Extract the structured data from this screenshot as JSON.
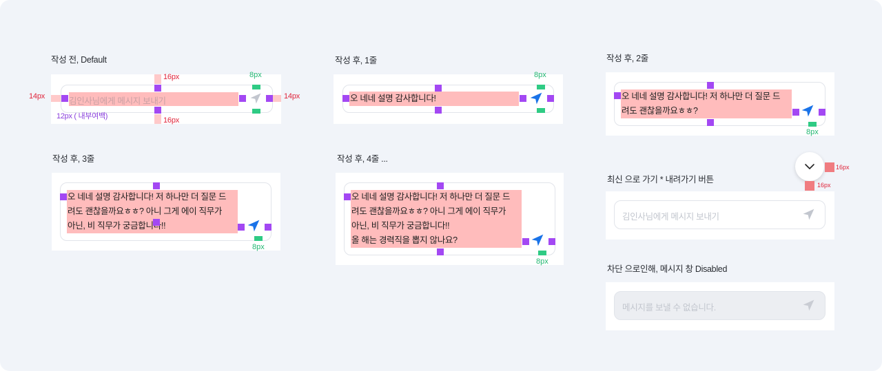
{
  "colors": {
    "background": "#f1f4f9",
    "highlight": "#ffbcbc",
    "padding_marker": "#a348f3",
    "gap_marker": "#2fcb84",
    "send_active": "#1a73e8",
    "send_inactive": "#c2c6ce"
  },
  "sections": {
    "default": {
      "title": "작성 전, Default",
      "placeholder": "김인사님에게 메시지 보내기"
    },
    "one_line": {
      "title": "작성 후, 1줄",
      "message": "오 네네 설명 감사합니다!"
    },
    "two_lines": {
      "title": "작성 후, 2줄",
      "lines": [
        "오 네네 설명 감사합니다!  저 하나만 더 질문 드",
        "려도 괜찮을까요ㅎㅎ?"
      ]
    },
    "three_lines": {
      "title": "작성 후, 3줄",
      "lines": [
        "오 네네 설명 감사합니다!  저 하나만 더 질문 드",
        "려도 괜찮을까요ㅎㅎ? 아니 그게 에이 직무가",
        "아닌, 비 직무가 궁금합니다!!"
      ]
    },
    "four_lines": {
      "title": "작성 후, 4줄 ...",
      "lines": [
        "오 네네 설명 감사합니다!  저 하나만 더 질문 드",
        "려도 괜찮을까요ㅎㅎ? 아니 그게 에이 직무가",
        "아닌, 비 직무가 궁금합니다!!",
        "올 해는 경력직을 뽑지 않나요?"
      ]
    },
    "latest": {
      "title": "최신 으로 가기  * 내려가기 버튼",
      "placeholder": "김인사님에게 메시지 보내기"
    },
    "disabled": {
      "title": "차단 으로인해, 메시지 창 Disabled",
      "placeholder": "메시지를 보낼 수 없습니다."
    }
  },
  "annotations": {
    "px14": "14px",
    "px16": "16px",
    "px8": "8px",
    "inner_padding": "12px ( 내부여백)"
  },
  "icons": {
    "send": "paper-plane-send-icon",
    "scroll_down": "chevron-down-icon"
  }
}
